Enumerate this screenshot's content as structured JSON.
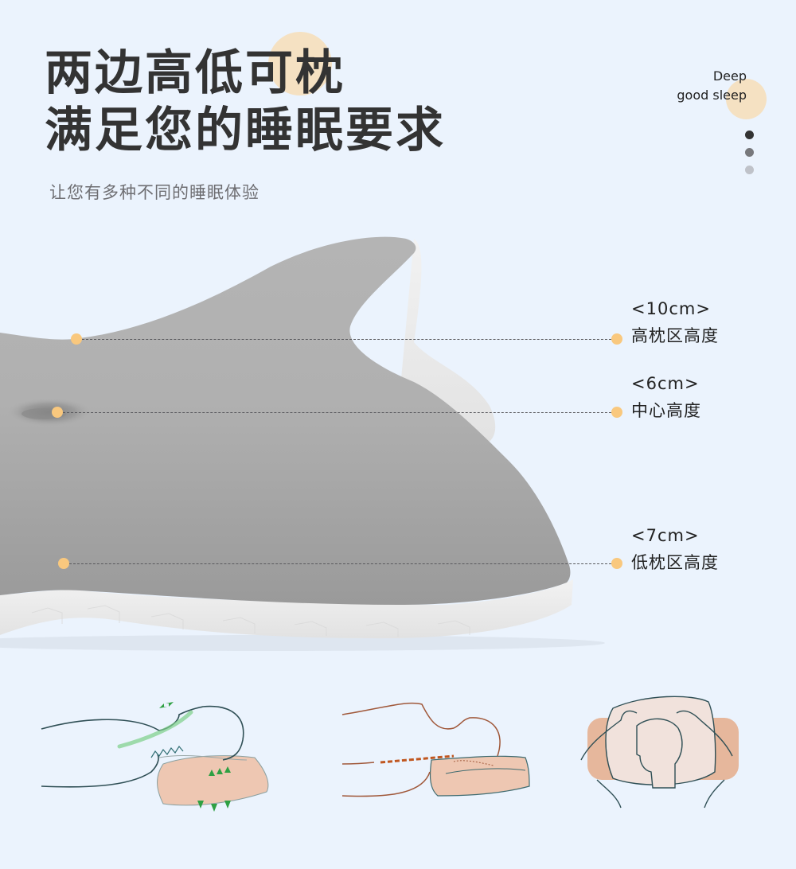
{
  "header": {
    "headline_lines": [
      "两边高低可枕",
      "满足您的睡眠要求"
    ],
    "subtitle": "让您有多种不同的睡眠体验"
  },
  "brand": {
    "line1": "Deep",
    "line2": "good sleep",
    "dots": [
      "#333333",
      "#77787c",
      "#bfc2c9"
    ]
  },
  "colors": {
    "background": "#ebf3fd",
    "accent_circle": "#f5e1c2",
    "marker": "#f9c87e",
    "headline": "#333333",
    "pillow_gray": "#a6a6a6",
    "pillow_white": "#ececec"
  },
  "callouts": [
    {
      "value": "<10cm>",
      "name": "高枕区高度"
    },
    {
      "value": "<6cm>",
      "name": "中心高度"
    },
    {
      "value": "<7cm>",
      "name": "低枕区高度"
    }
  ],
  "illustrations": [
    {
      "icon": "back-sleeping-neck-support-icon"
    },
    {
      "icon": "side-sleeping-spine-alignment-icon"
    },
    {
      "icon": "top-view-sleeping-arms-up-icon"
    }
  ]
}
